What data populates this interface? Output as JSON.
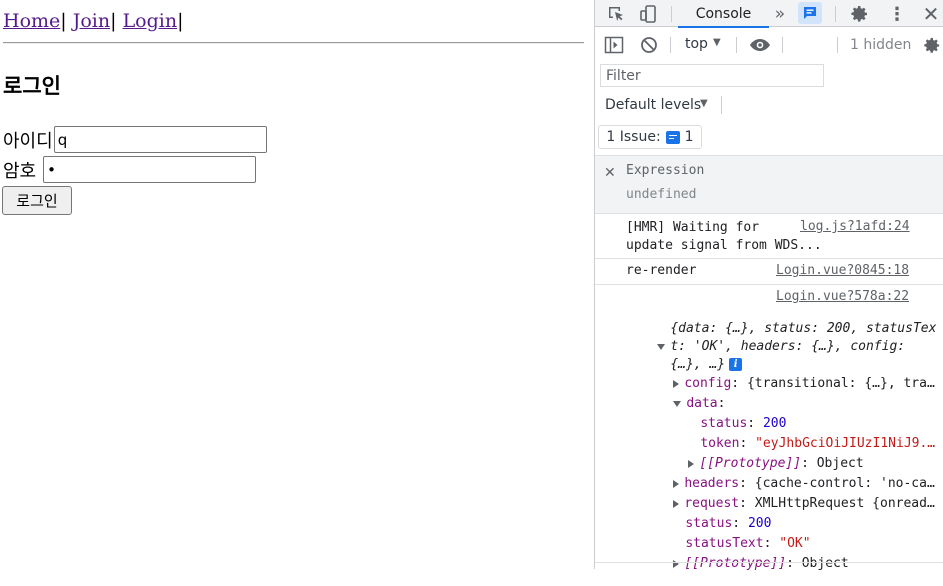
{
  "page": {
    "nav": [
      {
        "label": "Home"
      },
      {
        "label": "Join"
      },
      {
        "label": "Login"
      }
    ],
    "nav_separator": "|",
    "title": "로그인",
    "id_label": "아이디",
    "id_value": "q",
    "pw_label": "암호",
    "pw_value": "•",
    "login_button": "로그인"
  },
  "devtools": {
    "tab_console": "Console",
    "context": "top",
    "hidden_count": "1 hidden",
    "filter_placeholder": "Filter",
    "levels": "Default levels",
    "issues_label": "1 Issue:",
    "issues_count": "1",
    "expression": {
      "title": "Expression",
      "value": "undefined"
    },
    "messages": [
      {
        "text": "[HMR] Waiting for\nupdate signal from WDS...",
        "source": "log.js?1afd:24"
      },
      {
        "text": "re-render",
        "source": "Login.vue?0845:18"
      },
      {
        "text": "",
        "source": "Login.vue?578a:22"
      }
    ],
    "object_log": {
      "summary_line1": "{data: {…}, status: 200, statusTex",
      "summary_line2": "t: 'OK', headers: {…}, config:",
      "summary_line3": "{…}, …}",
      "info_badge": "i",
      "config_key": "config",
      "config_val": "{transitional: {…}, tra…",
      "data_key": "data",
      "data_status_key": "status",
      "data_status_val": "200",
      "data_token_key": "token",
      "data_token_val": "\"eyJhbGciOiJIUzI1NiJ9.…",
      "data_proto_key": "[[Prototype]]",
      "data_proto_val": "Object",
      "headers_key": "headers",
      "headers_val": "{cache-control: 'no-ca…",
      "request_key": "request",
      "request_val": "XMLHttpRequest {onread…",
      "status_key": "status",
      "status_val": "200",
      "statusText_key": "statusText",
      "statusText_val": "\"OK\"",
      "proto_key": "[[Prototype]]",
      "proto_val": "Object"
    }
  },
  "colors": {
    "link_visited": "#551a8b",
    "devtools_accent": "#1a73e8",
    "string_red": "#c41a16",
    "number_blue": "#1c00cf",
    "key_purple": "#881280"
  }
}
